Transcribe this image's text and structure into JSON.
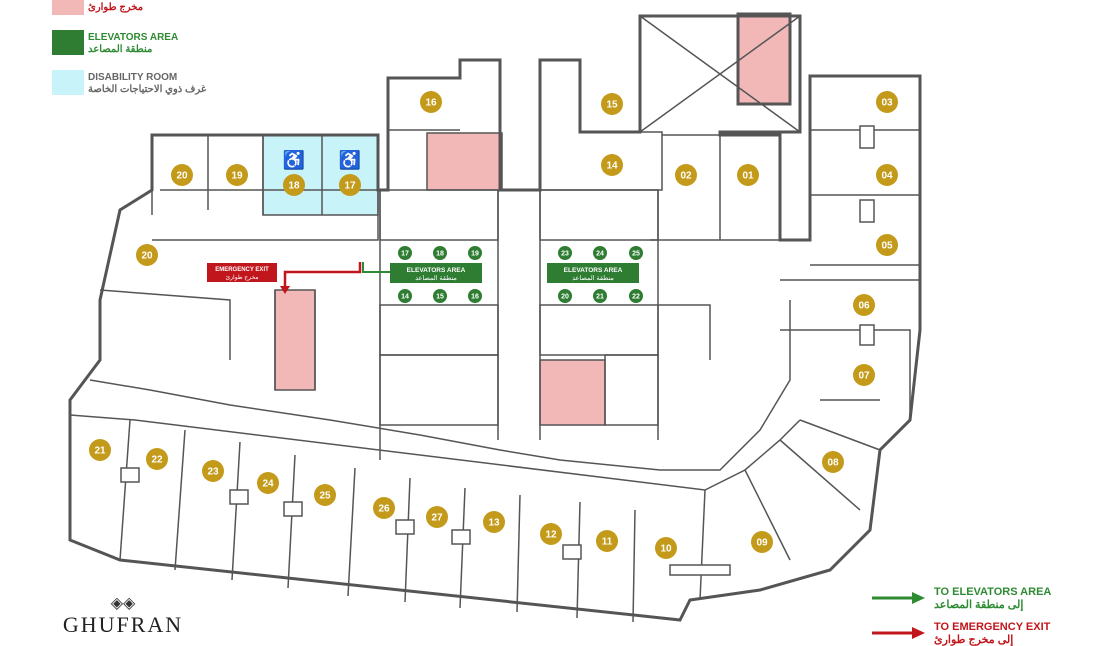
{
  "legend": {
    "emergency_exit": {
      "ar": "مخرج طوارئ",
      "color": "#f2b8b8",
      "text_color": "#c0161c"
    },
    "elevators_area": {
      "en": "ELEVATORS AREA",
      "ar": "منطقة المصاعد",
      "color": "#2e7d32",
      "text_color": "#2e8b32"
    },
    "disability_room": {
      "en": "DISABILITY ROOM",
      "ar": "غرف ذوي الاحتياجات الخاصة",
      "color": "#c8f3f8",
      "text_color": "#666666"
    }
  },
  "directions": {
    "to_elevators": {
      "en": "TO ELEVATORS AREA",
      "ar": "إلى منطقة المصاعد",
      "color": "#2e8b32"
    },
    "to_emergency": {
      "en": "TO EMERGENCY EXIT",
      "ar": "إلى مخرج طوارئ",
      "color": "#c0161c"
    }
  },
  "plan": {
    "room_color": "#c49a1a",
    "rooms": [
      "16",
      "15",
      "14",
      "02",
      "01",
      "03",
      "04",
      "05",
      "06",
      "07",
      "08",
      "09",
      "10",
      "11",
      "12",
      "13",
      "27",
      "26",
      "25",
      "24",
      "23",
      "22",
      "21",
      "20",
      "19",
      "18",
      "17",
      "20"
    ],
    "emergency_label": {
      "en": "EMERGENCY EXIT",
      "ar": "مخرج طوارئ"
    },
    "elevator_label": {
      "en": "ELEVATORS AREA",
      "ar": "منطقة المصاعد"
    },
    "elevators_left": [
      "17",
      "18",
      "19",
      "14",
      "15",
      "16"
    ],
    "elevators_right": [
      "23",
      "24",
      "25",
      "20",
      "21",
      "22"
    ]
  },
  "logo": {
    "name": "GHUFRAN"
  }
}
